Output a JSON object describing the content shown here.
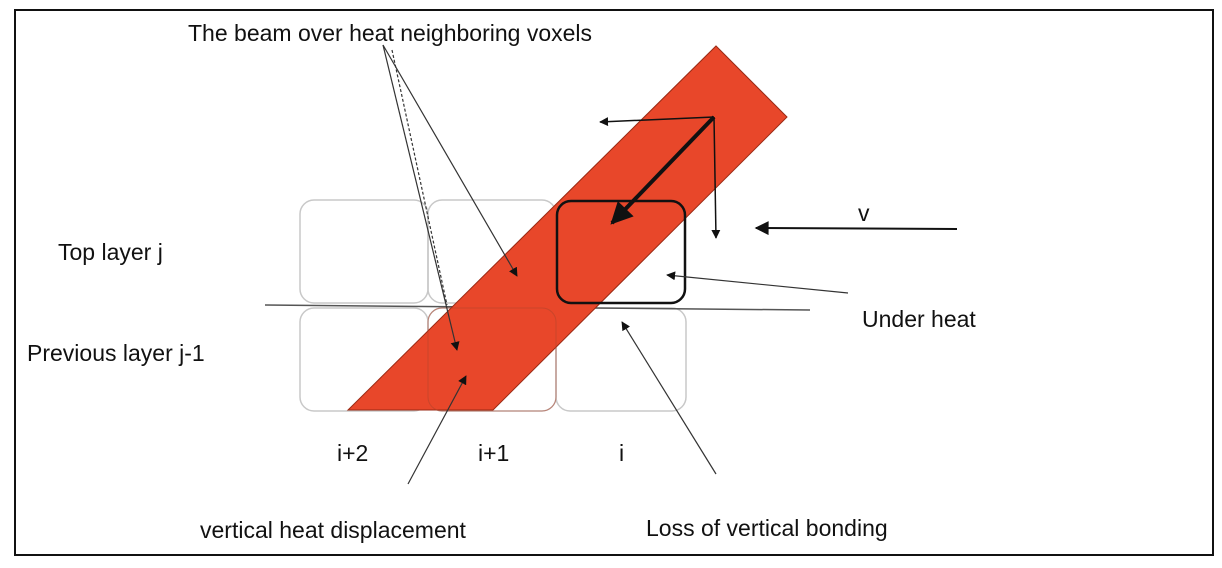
{
  "labels": {
    "beam_over_heat": "The beam over heat neighboring voxels",
    "velocity": "v",
    "top_layer": "Top layer  j",
    "previous_layer": "Previous  layer  j-1",
    "under_heat": "Under heat",
    "col_i_plus_2": "i+2",
    "col_i_plus_1": "i+1",
    "col_i": "i",
    "vertical_heat_displacement": "vertical heat displacement",
    "loss_of_vertical_bonding": "Loss of vertical bonding"
  },
  "colors": {
    "beam": "#e8472a",
    "voxel_outline": "#c8c8c8",
    "frame": "#111111",
    "text": "#111111",
    "arrow": "#111111"
  }
}
